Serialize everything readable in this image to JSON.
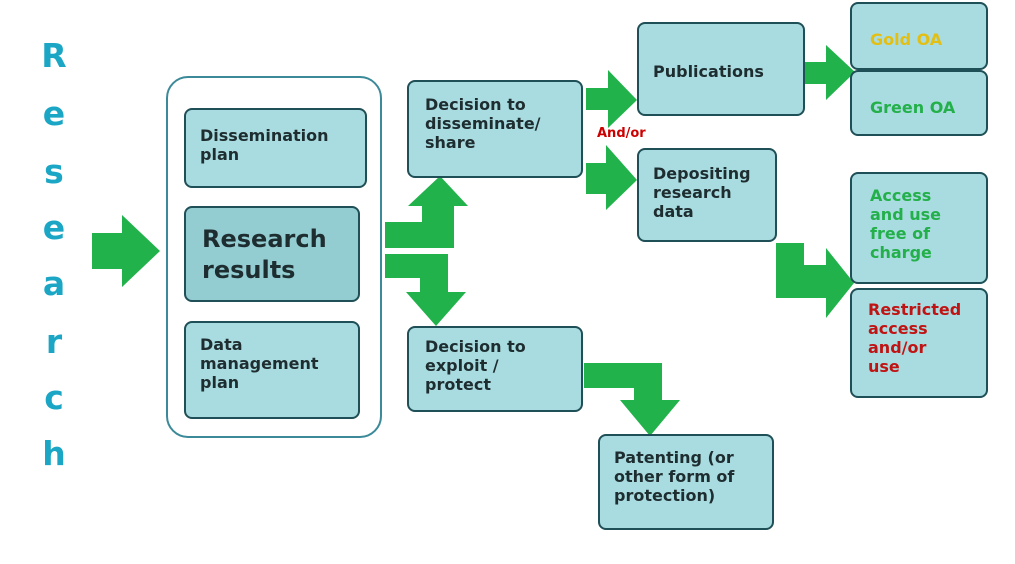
{
  "vertical_title": [
    "R",
    "e",
    "s",
    "e",
    "a",
    "r",
    "c",
    "h"
  ],
  "boxes": {
    "dissemination_plan": "Dissemination\nplan",
    "research_results": "Research\nresults",
    "data_management_plan": "Data\nmanagement\nplan",
    "decision_disseminate": "Decision to\ndisseminate/\nshare",
    "decision_exploit": "Decision to\nexploit /\nprotect",
    "publications": "Publications",
    "depositing_data": "Depositing\nresearch\ndata",
    "gold_oa": "Gold OA",
    "green_oa": "Green OA",
    "access_free": "Access\nand use\nfree of\ncharge",
    "restricted": "Restricted\naccess\nand/or\nuse",
    "patenting": "Patenting (or\nother form of\nprotection)"
  },
  "and_or_label": "And/or",
  "colors": {
    "title": "#1aa6c4",
    "arrow": "#22b24c",
    "box_fill": "#a9dce0",
    "box_border": "#1f4f57",
    "gold": "#e3bf14",
    "green": "#23b04a",
    "red": "#c01414",
    "and_or": "#cc0000"
  }
}
